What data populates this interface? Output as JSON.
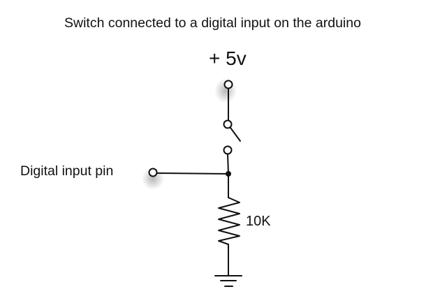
{
  "diagram": {
    "title": "Switch connected to a digital input on the arduino",
    "supply_label": "+ 5v",
    "input_label": "Digital input pin",
    "resistor_label": "10K",
    "components": [
      {
        "type": "voltage-source-terminal",
        "label": "+ 5v"
      },
      {
        "type": "switch",
        "state": "open"
      },
      {
        "type": "junction"
      },
      {
        "type": "input-terminal",
        "label": "Digital input pin"
      },
      {
        "type": "resistor",
        "value": "10K",
        "role": "pull-down"
      },
      {
        "type": "ground"
      }
    ],
    "connections": [
      [
        "+ 5v terminal",
        "switch"
      ],
      [
        "switch",
        "junction"
      ],
      [
        "junction",
        "Digital input pin"
      ],
      [
        "junction",
        "resistor 10K"
      ],
      [
        "resistor 10K",
        "ground"
      ]
    ],
    "colors": {
      "line": "#111111",
      "background": "#ffffff"
    }
  }
}
